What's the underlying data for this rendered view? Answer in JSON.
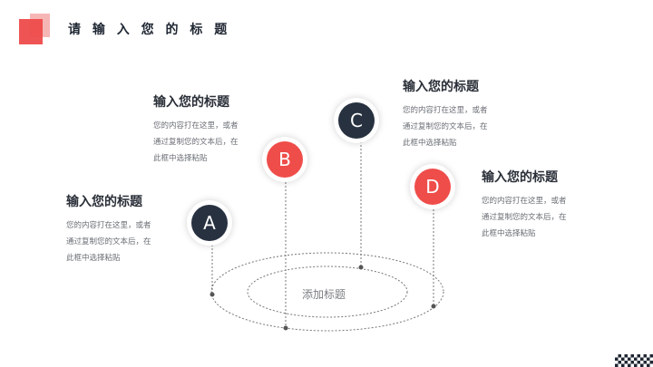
{
  "header": {
    "title": "请 输 入 您 的 标 题"
  },
  "center": {
    "label": "添加标题"
  },
  "nodes": {
    "a": "A",
    "b": "B",
    "c": "C",
    "d": "D"
  },
  "blocks": {
    "a": {
      "title": "输入您的标题",
      "lines": [
        "您的内容打在这里，或者",
        "通过复制您的文本后，在",
        "此框中选择粘贴"
      ]
    },
    "b": {
      "title": "输入您的标题",
      "lines": [
        "您的内容打在这里，或者",
        "通过复制您的文本后，在",
        "此框中选择粘贴"
      ]
    },
    "c": {
      "title": "输入您的标题",
      "lines": [
        "您的内容打在这里，或者",
        "通过复制您的文本后，在",
        "此框中选择粘贴"
      ]
    },
    "d": {
      "title": "输入您的标题",
      "lines": [
        "您的内容打在这里，或者",
        "通过复制您的文本后，在",
        "此框中选择粘贴"
      ]
    }
  },
  "colors": {
    "dark": "#273140",
    "red": "#ef4d4a",
    "accent_light": "#f6b6b6"
  }
}
